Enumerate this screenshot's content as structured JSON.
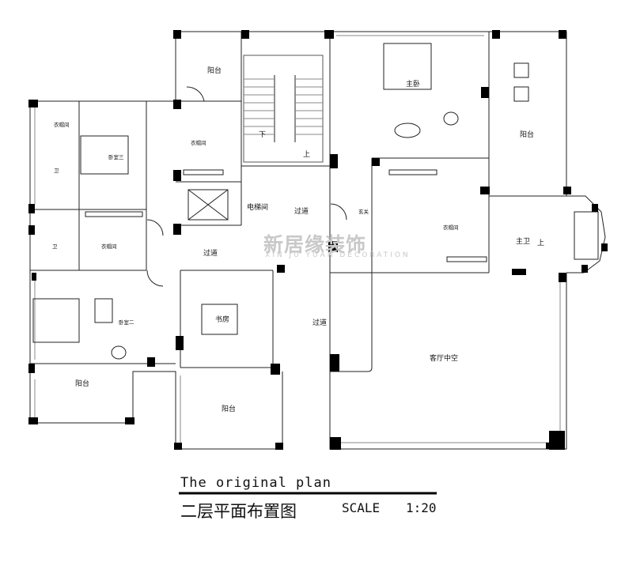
{
  "rooms": {
    "balcony_top_left": "阳台",
    "stair_down": "下",
    "stair_up": "上",
    "master_bedroom": "主卧",
    "balcony_right": "阳台",
    "cloakroom_1": "衣帽间",
    "cloakroom_2": "衣帽间",
    "guest_room_3": "卧室三",
    "bathroom_1": "卫",
    "elevator_room": "电梯间",
    "corridor_1": "过道",
    "corridor_2": "过道",
    "corridor_3": "过道",
    "dressing_left": "衣帽间",
    "bath_2": "卫",
    "guest_room_2": "卧室二",
    "study": "书房",
    "master_cloak": "衣帽间",
    "hall": "玄关",
    "master_bath": "主卫",
    "bath_up": "上",
    "living_void": "客厅中空",
    "balcony_bottom_left": "阳台",
    "balcony_bottom_mid": "阳台"
  },
  "watermark": {
    "main": "新居缘装饰",
    "sub": "XIN JU YUAN DECORATION"
  },
  "caption": {
    "title_en": "The original plan",
    "title_cn": "二层平面布置图",
    "scale_label": "SCALE",
    "scale_value": "1:20"
  }
}
